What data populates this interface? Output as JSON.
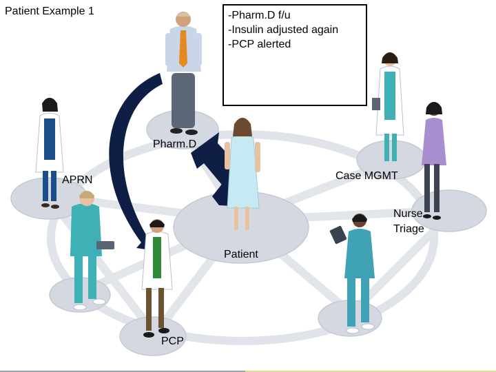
{
  "title": "Patient Example 1",
  "note": {
    "lines": [
      "-Pharm.D f/u",
      "-Insulin adjusted again",
      "-PCP alerted"
    ]
  },
  "labels": {
    "pharmd": "Pharm.D",
    "aprn": "APRN",
    "case_mgmt": "Case MGMT",
    "nurse_triage": [
      "Nurse",
      "Triage"
    ],
    "patient": "Patient",
    "pcp": "PCP"
  },
  "colors": {
    "platform": "#d4d8e0",
    "platform_edge": "#c4c9d3",
    "spoke": "#e2e5ea",
    "arrow": "#0f1e44",
    "scrub": "#3fb0b6",
    "gown": "#c6e9f3",
    "coat": "#ffffff"
  }
}
